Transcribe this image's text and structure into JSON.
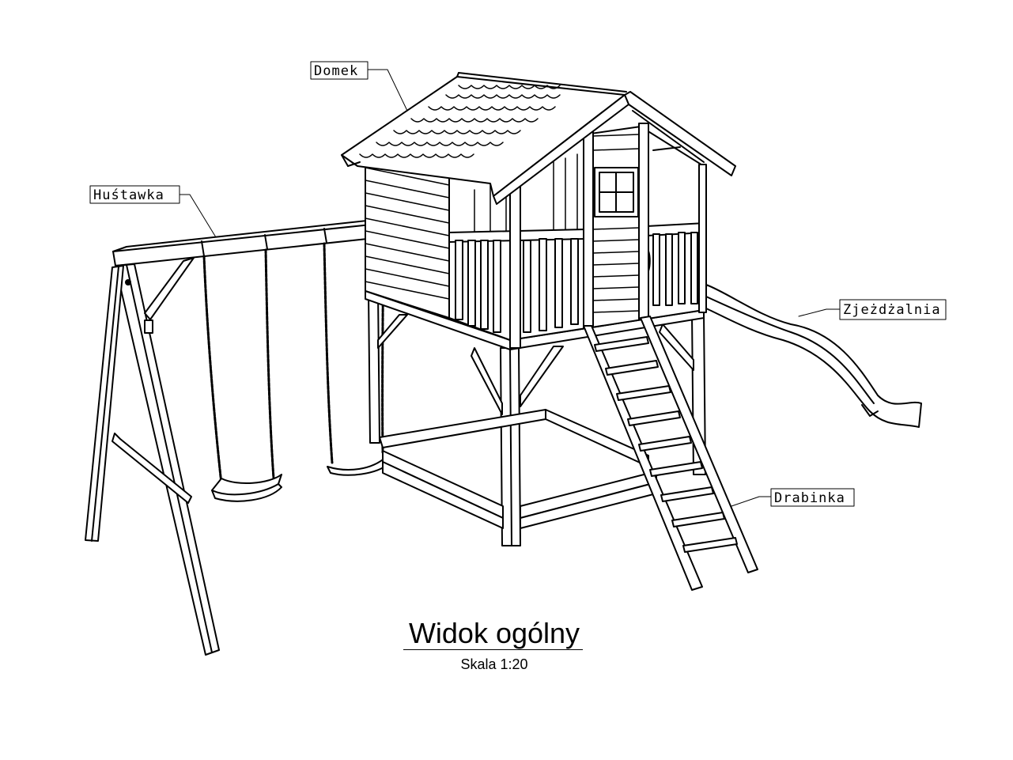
{
  "labels": {
    "domek": "Domek",
    "hustawka": "Huśtawka",
    "zjezdzalnia": "Zjeżdżalnia",
    "drabinka": "Drabinka"
  },
  "title": "Widok ogólny",
  "scale": "Skala 1:20",
  "colors": {
    "line": "#000000",
    "background": "#ffffff"
  }
}
